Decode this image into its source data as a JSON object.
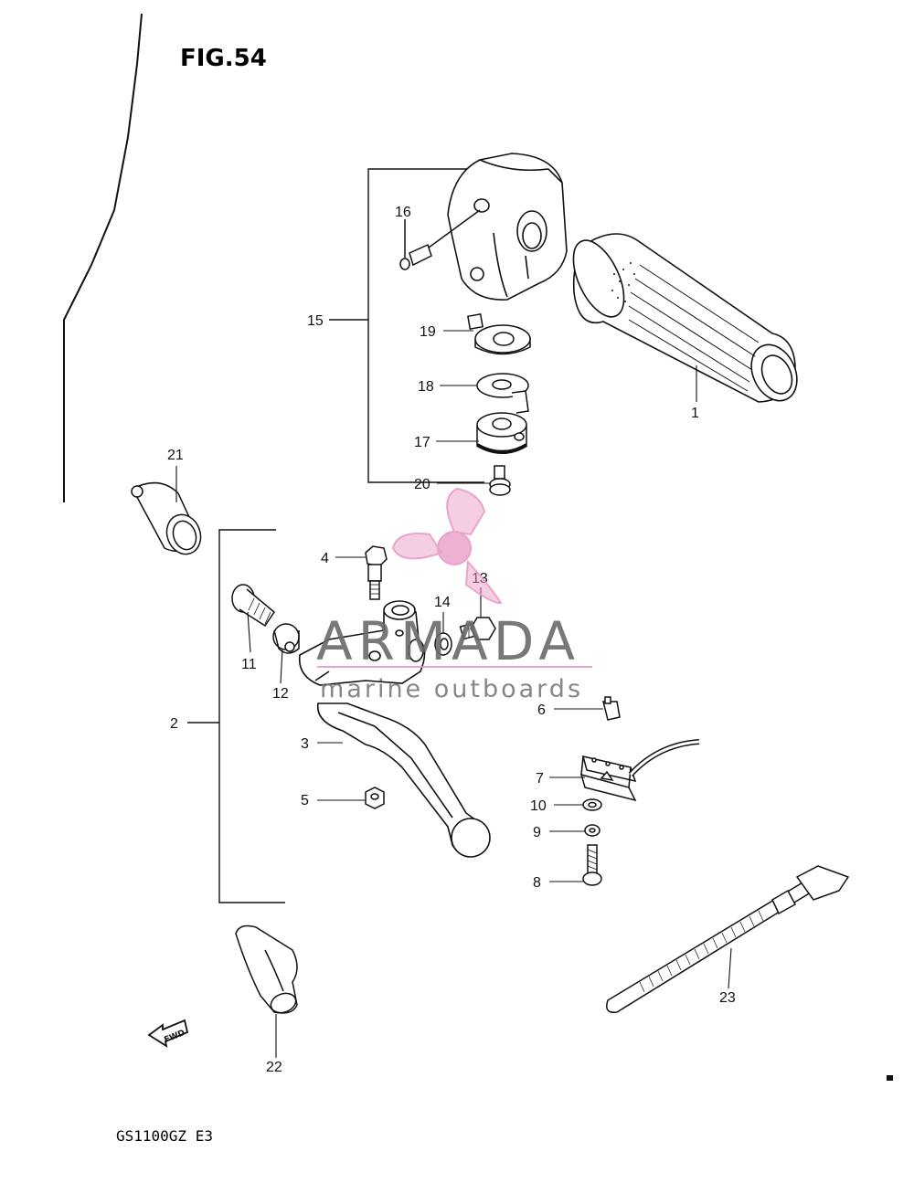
{
  "figure": {
    "title": "FIG.54",
    "model": "GS1100GZ E3",
    "direction_label": "FWD"
  },
  "watermark": {
    "brand": "ARMADA",
    "subtitle": "marine outboards",
    "logo_color": "#e89ac6",
    "text_color": "#6a6a6a"
  },
  "parts": [
    {
      "ref": "1"
    },
    {
      "ref": "2"
    },
    {
      "ref": "3"
    },
    {
      "ref": "4"
    },
    {
      "ref": "5"
    },
    {
      "ref": "6"
    },
    {
      "ref": "7"
    },
    {
      "ref": "8"
    },
    {
      "ref": "9"
    },
    {
      "ref": "10"
    },
    {
      "ref": "11"
    },
    {
      "ref": "12"
    },
    {
      "ref": "13"
    },
    {
      "ref": "14"
    },
    {
      "ref": "15"
    },
    {
      "ref": "16"
    },
    {
      "ref": "17"
    },
    {
      "ref": "18"
    },
    {
      "ref": "19"
    },
    {
      "ref": "20"
    },
    {
      "ref": "21"
    },
    {
      "ref": "22"
    },
    {
      "ref": "23"
    }
  ]
}
